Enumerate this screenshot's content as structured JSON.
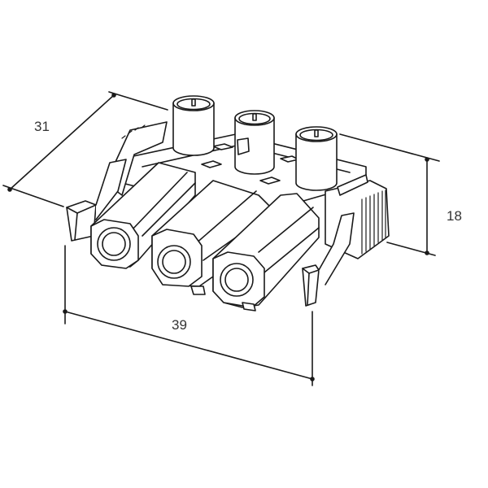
{
  "drawing": {
    "subject": "3-pole plug connector, isometric view",
    "stroke_color": "#1a1a1a",
    "background": "#ffffff"
  },
  "dimensions": {
    "depth": {
      "label": "31",
      "unit": "mm"
    },
    "width": {
      "label": "39",
      "unit": "mm"
    },
    "height": {
      "label": "18",
      "unit": "mm"
    }
  },
  "pins": [
    {
      "name": "pin-left"
    },
    {
      "name": "pin-center"
    },
    {
      "name": "pin-right"
    }
  ],
  "sockets": [
    {
      "name": "socket-left"
    },
    {
      "name": "socket-center"
    },
    {
      "name": "socket-right"
    }
  ]
}
